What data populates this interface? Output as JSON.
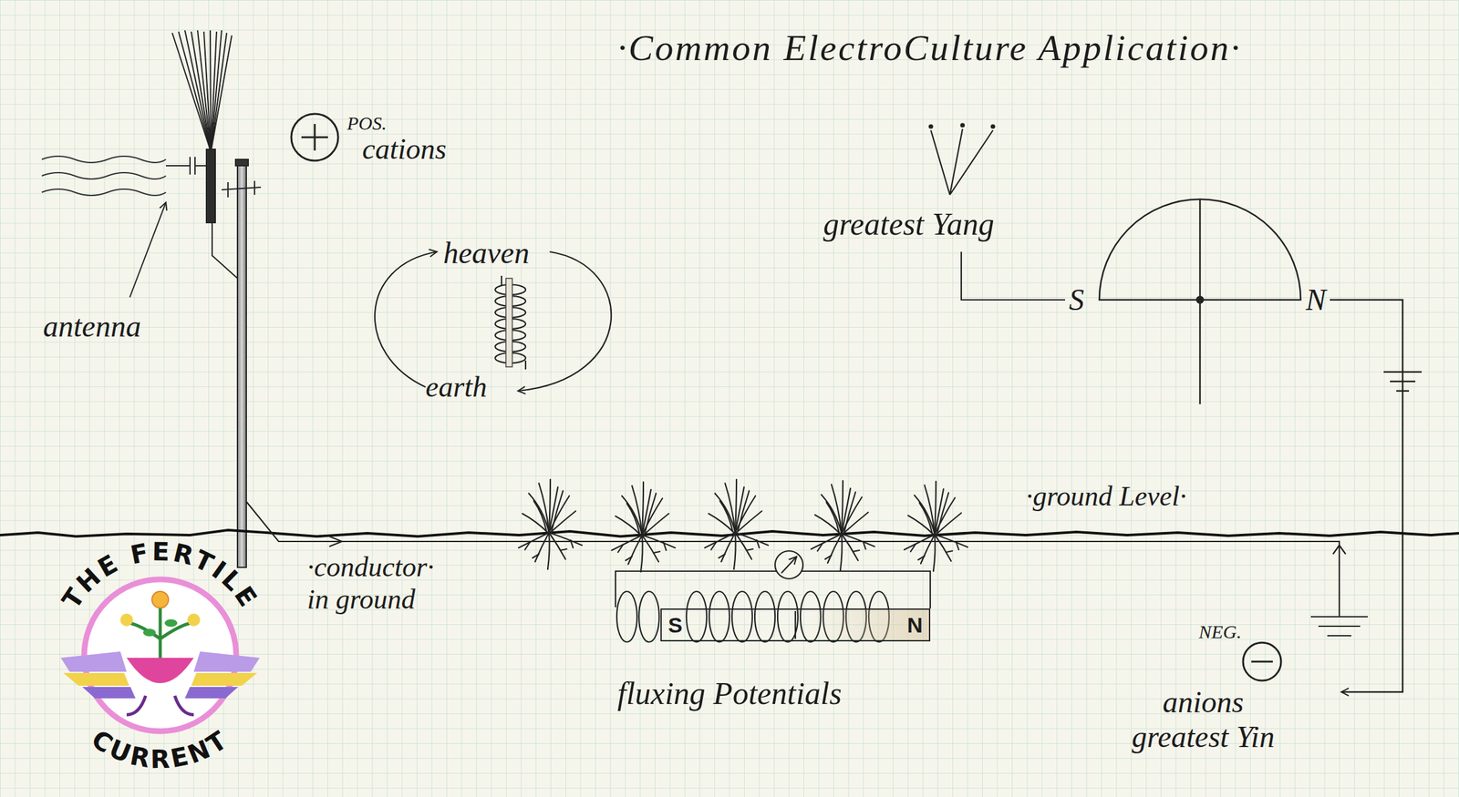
{
  "diagram": {
    "title": "·Common ElectroCulture Application·",
    "nodes": [
      {
        "text": [
          "S",
          "N"
        ]
      }
    ],
    "labels": [
      "POS.",
      "cations",
      "antenna",
      "heaven",
      "earth",
      "greatest Yang",
      "S",
      "N",
      "·ground Level·",
      "·conductor· in ground",
      "fluxing Potentials",
      "NEG.",
      "anions greatest Yin",
      "THE FERTILE",
      "CURRENT"
    ]
  }
}
